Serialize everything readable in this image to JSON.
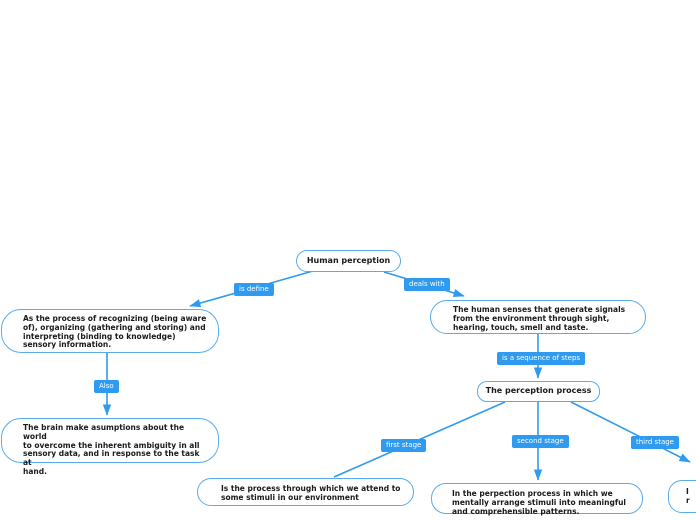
{
  "colors": {
    "background": "#ffffff",
    "line": "#2f9bf0",
    "node_border": "#58abed",
    "node_fill": "#ffffff",
    "node_text": "#1a1a1a",
    "label_bg": "#2f9bf0",
    "label_text": "#ffffff"
  },
  "nodes": {
    "human": {
      "label": "Human perception"
    },
    "definition": {
      "text": "As the process of recognizing (being aware\nof), organizing (gathering and storing) and\ninterpreting (binding to knowledge)\nsensory information."
    },
    "senses": {
      "text": "The human senses that generate signals\nfrom the environment through sight,\nhearing, touch, smell and taste."
    },
    "brain": {
      "text": "The brain make asumptions about the world\nto overcome the inherent ambiguity in all\nsensory data, and in response to the task at\nhand."
    },
    "process": {
      "label": "The perception process"
    },
    "attend": {
      "text": "Is the process through which we attend to\nsome stimuli in our environment"
    },
    "organize": {
      "text": "In the perpection process in which we\nmentally arrange stimuli into meaningful\nand comprehensible patterns."
    },
    "partial": {
      "text": "I\nr"
    }
  },
  "edge_labels": {
    "is_define": "is define",
    "deals_with": "deals with",
    "also": "Also",
    "sequence": "is a sequence of steps",
    "first_stage": "first stage",
    "second_stage": "second stage",
    "third_stage": "third stage"
  }
}
